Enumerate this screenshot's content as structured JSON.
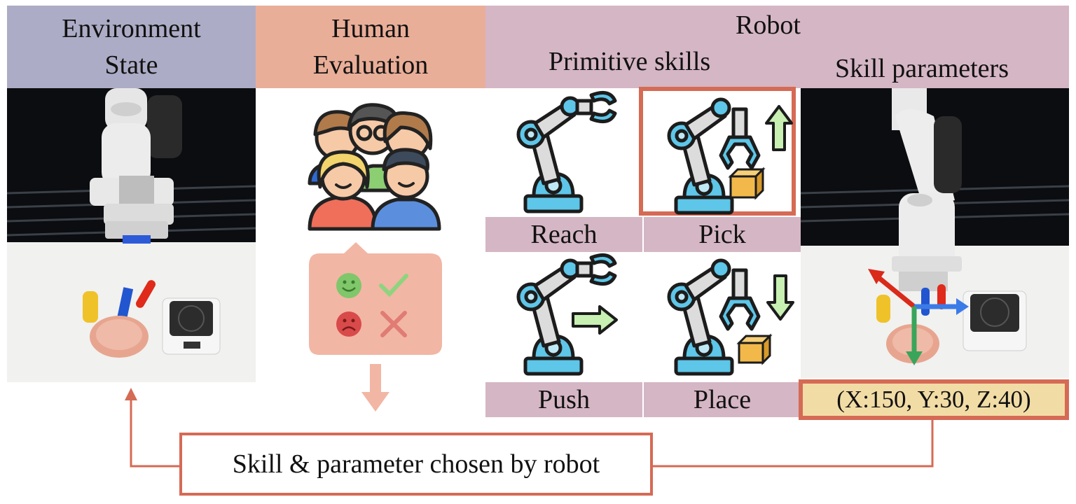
{
  "headers": {
    "environment": [
      "Environment",
      "State"
    ],
    "human": [
      "Human",
      "Evaluation"
    ],
    "robot": "Robot",
    "primitive": "Primitive skills",
    "params": "Skill parameters"
  },
  "skills": [
    "Reach",
    "Pick",
    "Push",
    "Place"
  ],
  "parameter_value": "(X:150, Y:30, Z:40)",
  "loop_label": "Skill & parameter chosen by robot",
  "colors": {
    "env_header": "#acacc6",
    "human_header": "#e9ae98",
    "robot_header": "#d5b6c4",
    "accent_red": "#d56a55",
    "param_box": "#f2dca6",
    "speech_bubble": "#f2b6a4"
  },
  "icons": [
    "people-group-icon",
    "smiley-face-icon",
    "check-icon",
    "sad-face-icon",
    "cross-icon",
    "robot-arm-icon",
    "up-arrow-icon",
    "down-arrow-icon",
    "right-arrow-icon",
    "package-box-icon"
  ]
}
